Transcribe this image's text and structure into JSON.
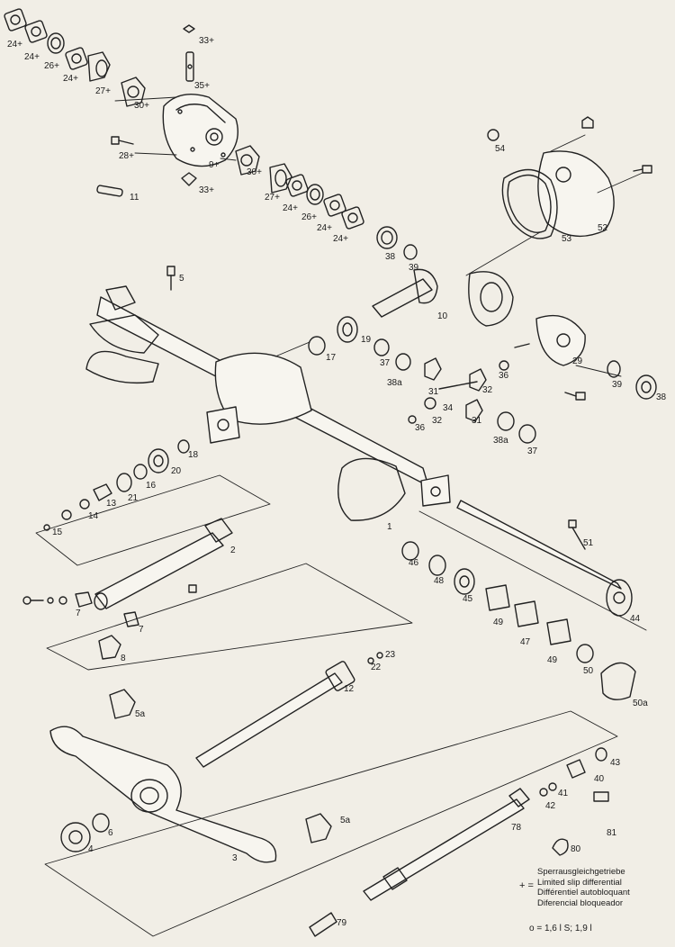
{
  "callouts": [
    {
      "id": "p24a",
      "text": "24+"
    },
    {
      "id": "p24b",
      "text": "24+"
    },
    {
      "id": "p26a",
      "text": "26+"
    },
    {
      "id": "p24c",
      "text": "24+"
    },
    {
      "id": "p27a",
      "text": "27+"
    },
    {
      "id": "p30a",
      "text": "30+"
    },
    {
      "id": "p33a",
      "text": "33+"
    },
    {
      "id": "p35",
      "text": "35+"
    },
    {
      "id": "p28",
      "text": "28+"
    },
    {
      "id": "p9",
      "text": "9+"
    },
    {
      "id": "p30b",
      "text": "30+"
    },
    {
      "id": "p33b",
      "text": "33+"
    },
    {
      "id": "p11",
      "text": "11"
    },
    {
      "id": "p27b",
      "text": "27+"
    },
    {
      "id": "p24d",
      "text": "24+"
    },
    {
      "id": "p26b",
      "text": "26+"
    },
    {
      "id": "p24e",
      "text": "24+"
    },
    {
      "id": "p24f",
      "text": "24+"
    },
    {
      "id": "p54",
      "text": "54"
    },
    {
      "id": "p52",
      "text": "52"
    },
    {
      "id": "p53",
      "text": "53"
    },
    {
      "id": "p38a1",
      "text": "38"
    },
    {
      "id": "p39a",
      "text": "39"
    },
    {
      "id": "p5",
      "text": "5"
    },
    {
      "id": "p10",
      "text": "10"
    },
    {
      "id": "p19",
      "text": "19"
    },
    {
      "id": "p17",
      "text": "17"
    },
    {
      "id": "p37a",
      "text": "37"
    },
    {
      "id": "p38a",
      "text": "38a"
    },
    {
      "id": "p31a",
      "text": "31"
    },
    {
      "id": "p32a",
      "text": "32"
    },
    {
      "id": "p36a",
      "text": "36"
    },
    {
      "id": "p29",
      "text": "29"
    },
    {
      "id": "p39b",
      "text": "39"
    },
    {
      "id": "p38b",
      "text": "38"
    },
    {
      "id": "p34",
      "text": "34"
    },
    {
      "id": "p36b",
      "text": "36"
    },
    {
      "id": "p32b",
      "text": "32"
    },
    {
      "id": "p31b",
      "text": "31"
    },
    {
      "id": "p38ab",
      "text": "38a"
    },
    {
      "id": "p37b",
      "text": "37"
    },
    {
      "id": "p18",
      "text": "18"
    },
    {
      "id": "p20",
      "text": "20"
    },
    {
      "id": "p16",
      "text": "16"
    },
    {
      "id": "p21",
      "text": "21"
    },
    {
      "id": "p13",
      "text": "13"
    },
    {
      "id": "p14",
      "text": "14"
    },
    {
      "id": "p15",
      "text": "15"
    },
    {
      "id": "p1",
      "text": "1"
    },
    {
      "id": "p2",
      "text": "2"
    },
    {
      "id": "p51",
      "text": "51"
    },
    {
      "id": "p46",
      "text": "46"
    },
    {
      "id": "p48",
      "text": "48"
    },
    {
      "id": "p45",
      "text": "45"
    },
    {
      "id": "p44",
      "text": "44"
    },
    {
      "id": "p7a",
      "text": "7"
    },
    {
      "id": "p7b",
      "text": "7"
    },
    {
      "id": "p8",
      "text": "8"
    },
    {
      "id": "p49a",
      "text": "49"
    },
    {
      "id": "p47",
      "text": "47"
    },
    {
      "id": "p49b",
      "text": "49"
    },
    {
      "id": "p50",
      "text": "50"
    },
    {
      "id": "p50a",
      "text": "50a"
    },
    {
      "id": "p23",
      "text": "23"
    },
    {
      "id": "p22",
      "text": "22"
    },
    {
      "id": "p12",
      "text": "12"
    },
    {
      "id": "p5a1",
      "text": "5a"
    },
    {
      "id": "p43",
      "text": "43"
    },
    {
      "id": "p40",
      "text": "40"
    },
    {
      "id": "p41",
      "text": "41"
    },
    {
      "id": "p42",
      "text": "42"
    },
    {
      "id": "p6",
      "text": "6"
    },
    {
      "id": "p4",
      "text": "4"
    },
    {
      "id": "p5a2",
      "text": "5a"
    },
    {
      "id": "p78",
      "text": "78"
    },
    {
      "id": "p81",
      "text": "81"
    },
    {
      "id": "p80",
      "text": "80"
    },
    {
      "id": "p3",
      "text": "3"
    },
    {
      "id": "p79",
      "text": "79"
    }
  ],
  "legend": {
    "marker": "+ =",
    "lines": [
      "Sperrausgleichgetriebe",
      "Limited slip differential",
      "Différentiel autobloquant",
      "Diferencial bloqueador"
    ]
  },
  "note": "o = 1,6 l S; 1,9 l"
}
